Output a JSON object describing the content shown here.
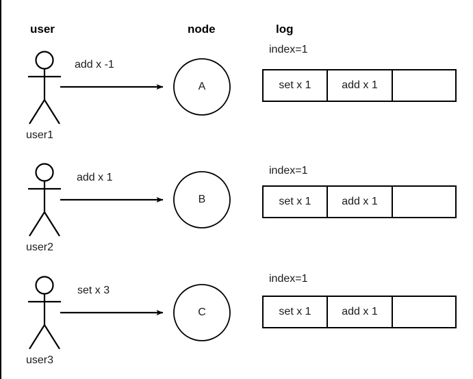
{
  "diagram": {
    "title": "user node log replication diagram",
    "background_color": "#ffffff",
    "stroke_color": "#000000",
    "text_color": "#1a1a1a"
  },
  "columns": {
    "user_header": "user",
    "node_header": "node",
    "log_header": "log"
  },
  "rows": [
    {
      "actor_label": "user1",
      "actor_icon": "stick-figure-icon",
      "edge_label": "add x -1",
      "node_label": "A",
      "index_label": "index=1",
      "log_cells": [
        "set x 1",
        "add x 1",
        ""
      ]
    },
    {
      "actor_label": "user2",
      "actor_icon": "stick-figure-icon",
      "edge_label": "add x 1",
      "node_label": "B",
      "index_label": "index=1",
      "log_cells": [
        "set x 1",
        "add x 1",
        ""
      ]
    },
    {
      "actor_label": "user3",
      "actor_icon": "stick-figure-icon",
      "edge_label": "set x 3",
      "node_label": "C",
      "index_label": "index=1",
      "log_cells": [
        "set x 1",
        "add x 1",
        ""
      ]
    }
  ]
}
